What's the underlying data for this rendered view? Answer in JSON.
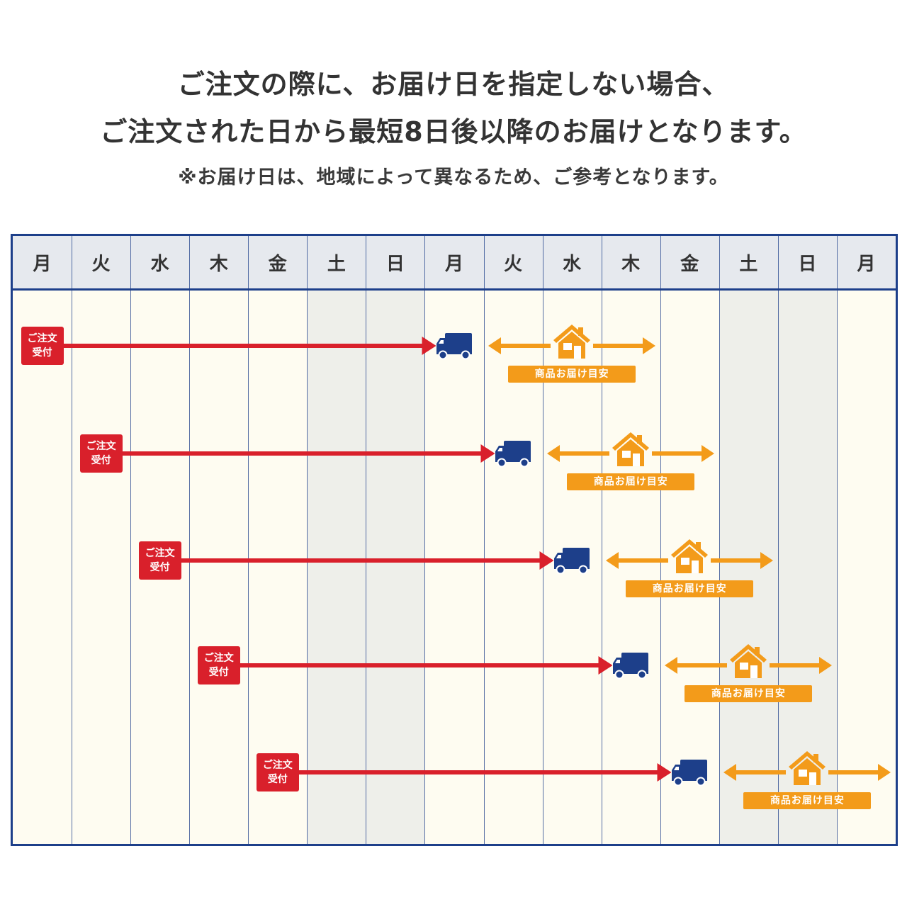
{
  "heading": {
    "line1": "ご注文の際に、お届け日を指定しない場合、",
    "line2": "ご注文された日から最短8日後以降のお届けとなります。",
    "note": "※お届け日は、地域によって異なるため、ご参考となります。"
  },
  "calendar": {
    "days": [
      "月",
      "火",
      "水",
      "木",
      "金",
      "土",
      "日",
      "月",
      "火",
      "水",
      "木",
      "金",
      "土",
      "日",
      "月"
    ],
    "weekend_columns": [
      5,
      6,
      12,
      13
    ],
    "colors": {
      "border": "#1d3f8a",
      "order": "#d9202b",
      "truck": "#1d3f8a",
      "delivery": "#f39b1a"
    },
    "rows": [
      {
        "order_day_index": 0,
        "order_label_1": "ご注文",
        "order_label_2": "受付",
        "ship_day_index": 7,
        "delivery_label": "商品お届け目安",
        "delivery_center_index": 9,
        "icons": [
          "truck-icon",
          "house-icon"
        ]
      },
      {
        "order_day_index": 1,
        "order_label_1": "ご注文",
        "order_label_2": "受付",
        "ship_day_index": 8,
        "delivery_label": "商品お届け目安",
        "delivery_center_index": 10,
        "icons": [
          "truck-icon",
          "house-icon"
        ]
      },
      {
        "order_day_index": 2,
        "order_label_1": "ご注文",
        "order_label_2": "受付",
        "ship_day_index": 9,
        "delivery_label": "商品お届け目安",
        "delivery_center_index": 11,
        "icons": [
          "truck-icon",
          "house-icon"
        ]
      },
      {
        "order_day_index": 3,
        "order_label_1": "ご注文",
        "order_label_2": "受付",
        "ship_day_index": 10,
        "delivery_label": "商品お届け目安",
        "delivery_center_index": 12,
        "icons": [
          "truck-icon",
          "house-icon"
        ]
      },
      {
        "order_day_index": 4,
        "order_label_1": "ご注文",
        "order_label_2": "受付",
        "ship_day_index": 11,
        "delivery_label": "商品お届け目安",
        "delivery_center_index": 13,
        "icons": [
          "truck-icon",
          "house-icon"
        ]
      }
    ]
  }
}
